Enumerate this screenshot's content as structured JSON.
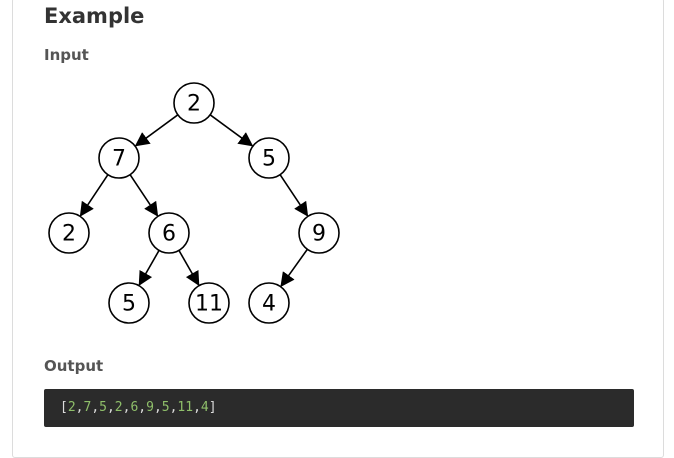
{
  "section": {
    "title": "Example",
    "input_label": "Input",
    "output_label": "Output"
  },
  "tree": {
    "nodes": [
      {
        "id": "n0",
        "value": "2"
      },
      {
        "id": "n1",
        "value": "7"
      },
      {
        "id": "n2",
        "value": "5"
      },
      {
        "id": "n3",
        "value": "2"
      },
      {
        "id": "n4",
        "value": "6"
      },
      {
        "id": "n5",
        "value": "9"
      },
      {
        "id": "n6",
        "value": "5"
      },
      {
        "id": "n7",
        "value": "11"
      },
      {
        "id": "n8",
        "value": "4"
      }
    ],
    "edges": [
      {
        "from": "n0",
        "to": "n1"
      },
      {
        "from": "n0",
        "to": "n2"
      },
      {
        "from": "n1",
        "to": "n3"
      },
      {
        "from": "n1",
        "to": "n4"
      },
      {
        "from": "n2",
        "to": "n5"
      },
      {
        "from": "n4",
        "to": "n6"
      },
      {
        "from": "n4",
        "to": "n7"
      },
      {
        "from": "n5",
        "to": "n8"
      }
    ]
  },
  "output": {
    "open_bracket": "[",
    "close_bracket": "]",
    "separator": ",",
    "values": [
      "2",
      "7",
      "5",
      "2",
      "6",
      "9",
      "5",
      "11",
      "4"
    ]
  },
  "colors": {
    "code_background": "#2b2b2b",
    "code_number": "#8fbf6a",
    "code_punctuation": "#dcdcdc"
  }
}
